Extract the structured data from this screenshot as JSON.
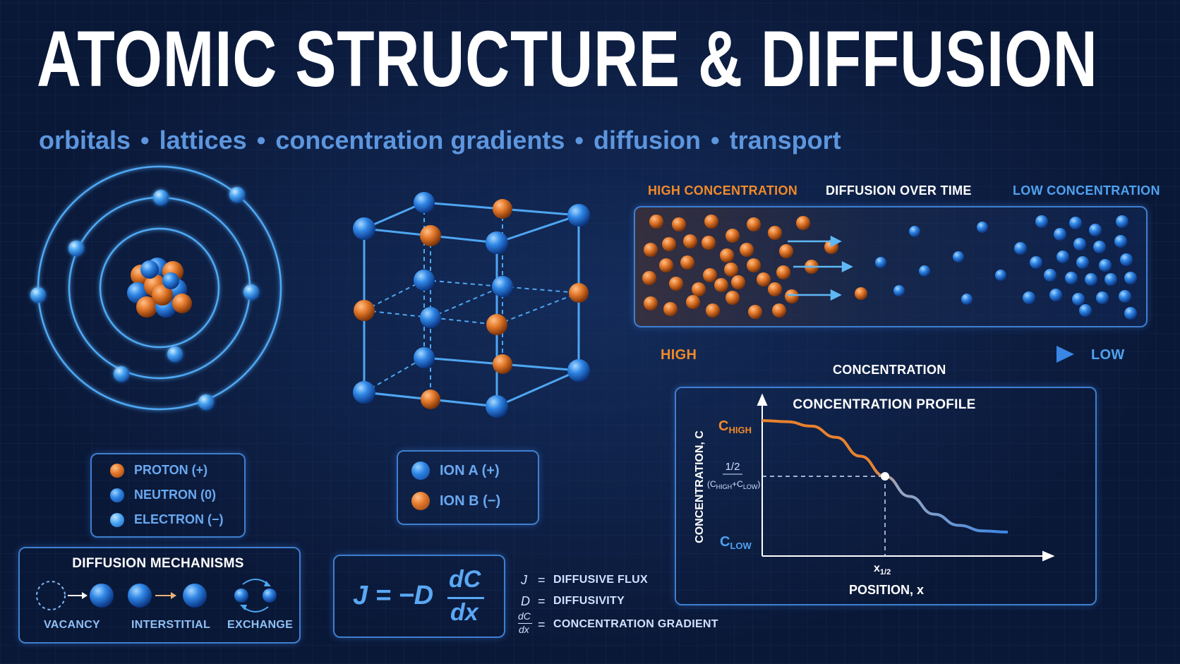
{
  "title": "ATOMIC STRUCTURE & DIFFUSION",
  "subtitle": {
    "items": [
      "orbitals",
      "lattices",
      "concentration gradients",
      "diffusion",
      "transport"
    ],
    "separator": "•"
  },
  "atom_legend": {
    "items": [
      {
        "label": "PROTON (+)",
        "color": "orange"
      },
      {
        "label": "NEUTRON (0)",
        "color": "blue"
      },
      {
        "label": "ELECTRON (−)",
        "color": "light-blue"
      }
    ]
  },
  "lattice_legend": {
    "items": [
      {
        "label": "ION A (+)",
        "color": "blue"
      },
      {
        "label": "ION B (−)",
        "color": "orange"
      }
    ]
  },
  "mechanisms": {
    "title": "DIFFUSION MECHANISMS",
    "labels": [
      "VACANCY",
      "INTERSTITIAL",
      "EXCHANGE"
    ]
  },
  "equation": {
    "lhs": "J = −D",
    "num": "dC",
    "den": "dx",
    "defs": [
      {
        "sym": "J",
        "desc": "DIFFUSIVE FLUX"
      },
      {
        "sym": "D",
        "desc": "DIFFUSIVITY"
      },
      {
        "sym_num": "dC",
        "sym_den": "dx",
        "desc": "CONCENTRATION GRADIENT"
      }
    ],
    "eq": "="
  },
  "diffusion": {
    "high_label": "HIGH CONCENTRATION",
    "mid_label": "DIFFUSION OVER TIME",
    "low_label": "LOW CONCENTRATION"
  },
  "gradient_arrow": {
    "left": "HIGH",
    "right": "LOW",
    "caption": "CONCENTRATION"
  },
  "chart_data": {
    "type": "line",
    "title": "CONCENTRATION PROFILE",
    "xlabel": "POSITION, x",
    "ylabel": "CONCENTRATION, C",
    "y_ticks": {
      "high": {
        "main": "C",
        "sub": "HIGH"
      },
      "mid_top": "1/2",
      "mid_bottom": "(C",
      "mid_sub1": "HIGH",
      "mid_plus": "+C",
      "mid_sub2": "LOW",
      "mid_close": ")",
      "low": {
        "main": "C",
        "sub": "LOW"
      }
    },
    "x_tick": {
      "main": "x",
      "sub": "1/2"
    },
    "x": [
      0,
      0.1,
      0.2,
      0.3,
      0.4,
      0.5,
      0.6,
      0.7,
      0.8,
      0.9,
      1.0
    ],
    "values": [
      1.0,
      0.99,
      0.95,
      0.85,
      0.68,
      0.5,
      0.32,
      0.16,
      0.06,
      0.01,
      0.0
    ],
    "marker": {
      "x": 0.5,
      "y": 0.5
    },
    "colors": {
      "high": "#e8822e",
      "low": "#3a86e6"
    }
  }
}
